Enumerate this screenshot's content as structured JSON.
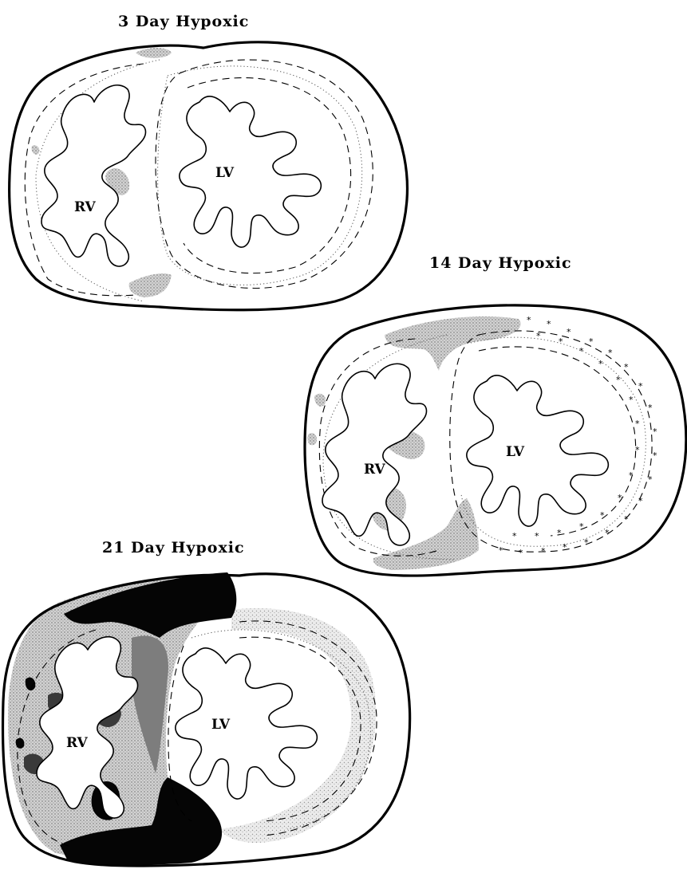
{
  "panels": [
    {
      "title": "3 Day Hypoxic",
      "rv_label": "RV",
      "lv_label": "LV"
    },
    {
      "title": "14 Day Hypoxic",
      "rv_label": "RV",
      "lv_label": "LV"
    },
    {
      "title": "21 Day Hypoxic",
      "rv_label": "RV",
      "lv_label": "LV"
    }
  ],
  "colors": {
    "outline": "#000000",
    "lesion_light": "#9a9a9a",
    "lesion_medium": "#7d7d7d",
    "lesion_dark": "#3a3a3a",
    "lesion_black": "#050505",
    "background": "#ffffff"
  }
}
